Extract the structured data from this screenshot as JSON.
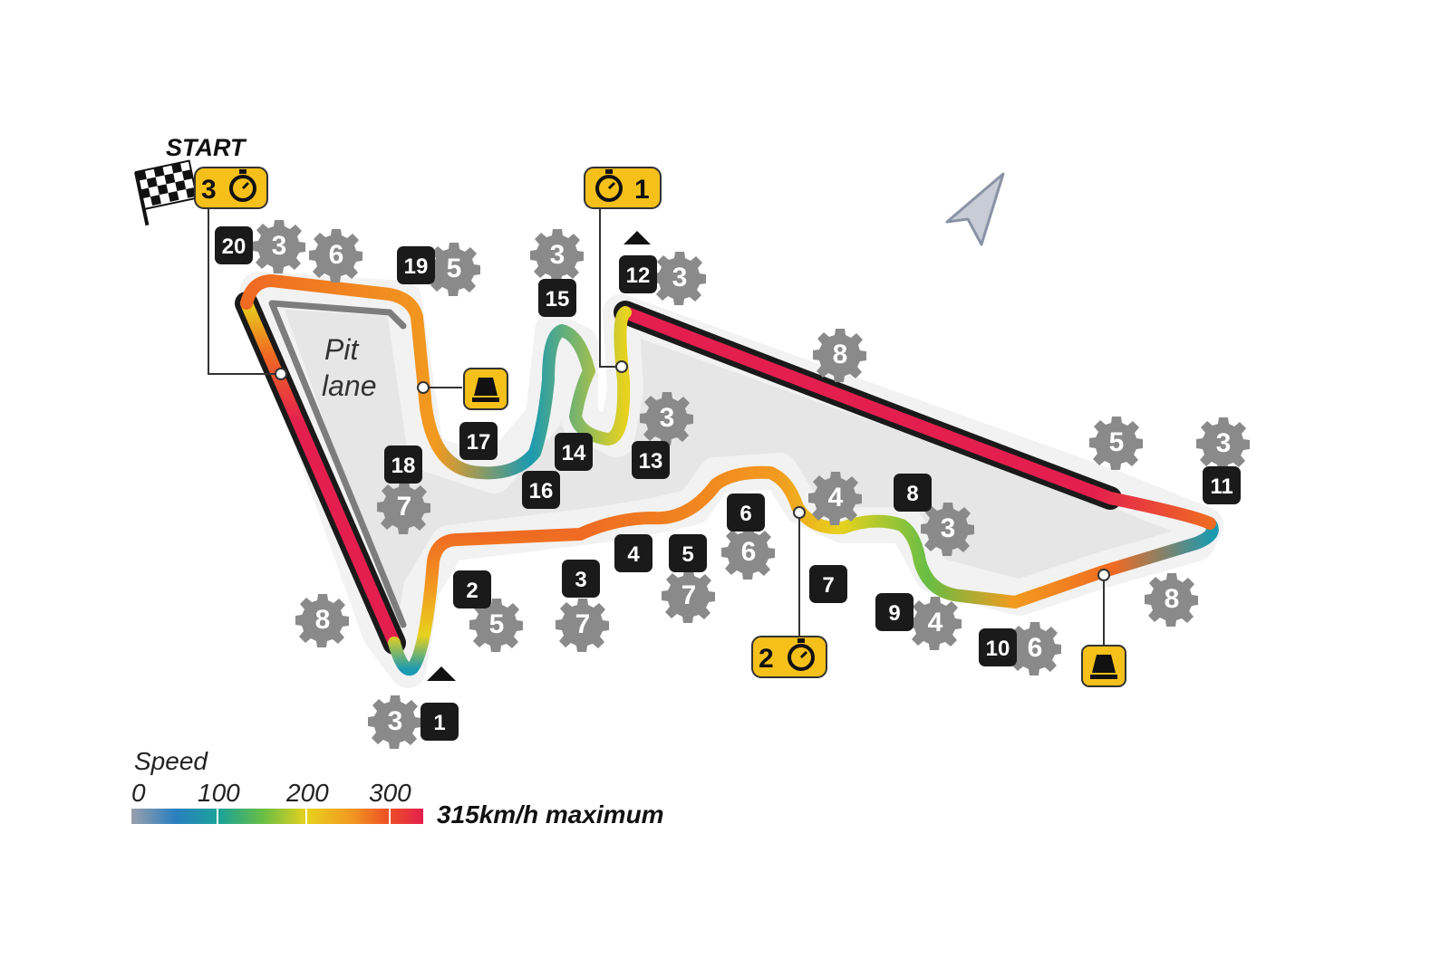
{
  "start_label": "START",
  "pit_lane_label": [
    "Pit",
    "lane"
  ],
  "legend": {
    "title": "Speed",
    "ticks": [
      "0",
      "100",
      "200",
      "300"
    ],
    "maximum_text": "315km/h maximum"
  },
  "timing_sectors": [
    {
      "label": "3",
      "icon": "stopwatch-icon"
    },
    {
      "label": "1",
      "icon": "stopwatch-icon"
    },
    {
      "label": "2",
      "icon": "stopwatch-icon"
    }
  ],
  "drs_detection_icons": 2,
  "corners": [
    "1",
    "2",
    "3",
    "4",
    "5",
    "6",
    "7",
    "8",
    "9",
    "10",
    "11",
    "12",
    "13",
    "14",
    "15",
    "16",
    "17",
    "18",
    "19",
    "20"
  ],
  "gears": {
    "c20": "3",
    "c18b": "6",
    "c19": "5",
    "c15": "3",
    "c12": "3",
    "c13": "3",
    "c18": "7",
    "c2": "5",
    "c3": "7",
    "c5": "7",
    "c6": "6",
    "c1": "3",
    "straight_left": "8",
    "straight_top": "8",
    "c7": "4",
    "c8": "3",
    "c9": "4",
    "c10": "6",
    "c11a": "5",
    "c11": "3",
    "straight_right": "8"
  },
  "colors": {
    "slow": "#1b9ab0",
    "mid": "#e7d21e",
    "fast": "#ef6a22",
    "top": "#e41f4f",
    "timing_badge": "#f5c019",
    "corner_box": "#1a1a1a",
    "gear": "#8a8a8a",
    "infield": "#e6e6e6"
  }
}
